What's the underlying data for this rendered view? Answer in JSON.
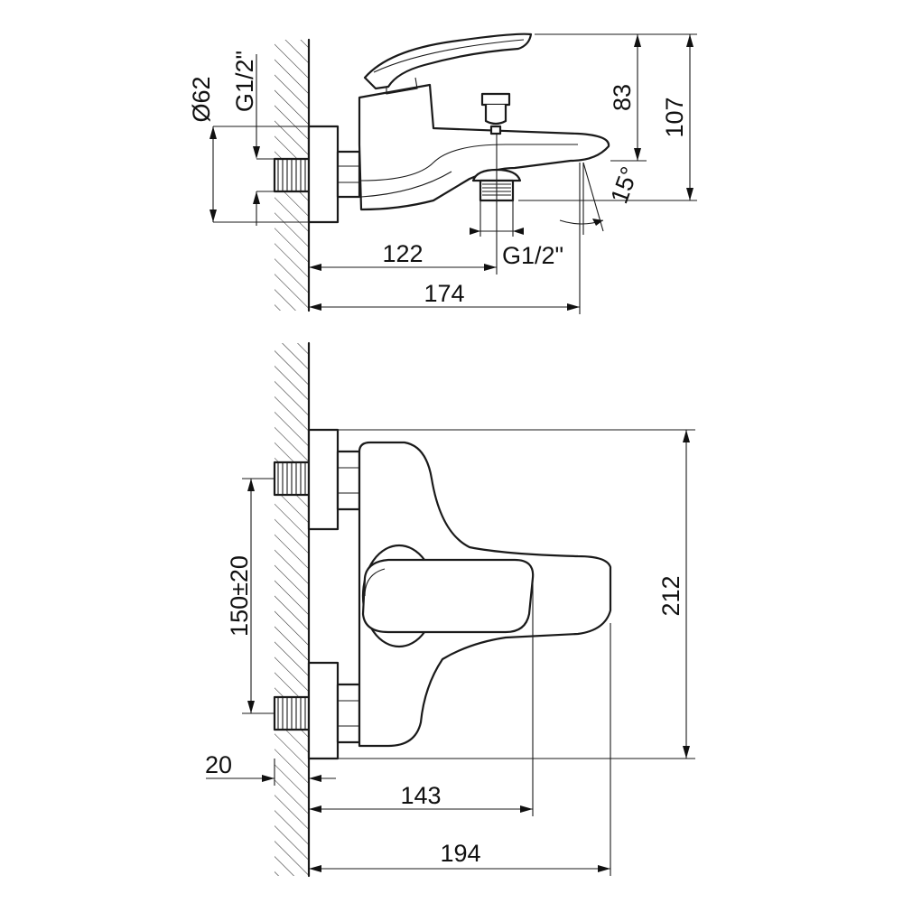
{
  "top_view": {
    "dim_diameter": "Ø62",
    "dim_thread_inlet": "G1/2\"",
    "dim_thread_outlet": "G1/2\"",
    "dim_83": "83",
    "dim_107": "107",
    "dim_angle": "15°",
    "dim_122": "122",
    "dim_174": "174"
  },
  "front_view": {
    "dim_150": "150±20",
    "dim_212": "212",
    "dim_20": "20",
    "dim_143": "143",
    "dim_194": "194"
  },
  "colors": {
    "line": "#1a1a1a",
    "background": "#ffffff"
  }
}
